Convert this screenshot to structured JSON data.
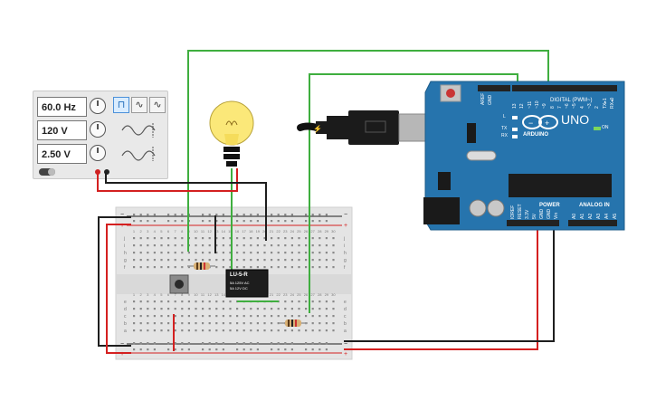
{
  "function_generator": {
    "frequency": "60.0 Hz",
    "amplitude": "120 V",
    "offset": "2.50 V",
    "waveforms": [
      {
        "name": "square",
        "glyph": "⊓",
        "active": true
      },
      {
        "name": "triangle",
        "glyph": "∿",
        "active": false
      },
      {
        "name": "sine",
        "glyph": "∿",
        "active": false
      }
    ]
  },
  "arduino": {
    "digital_label": "DIGITAL (PWM~)",
    "brand": "ARDUINO",
    "model": "UNO",
    "on_label": "ON",
    "led_l": "L",
    "led_tx": "TX",
    "led_rx": "RX",
    "aref": "AREF",
    "gnd": "GND",
    "pin_labels": [
      "13",
      "12",
      "~11",
      "~10",
      "~9",
      "8",
      "7",
      "~6",
      "~5",
      "4",
      "~3",
      "2",
      "TX▸1",
      "RX◂0"
    ],
    "power_label": "POWER",
    "analog_label": "ANALOG IN",
    "power_pins": [
      "IOREF",
      "RESET",
      "3.3V",
      "5V",
      "GND",
      "GND",
      "Vin"
    ],
    "analog_pins": [
      "A0",
      "A1",
      "A2",
      "A3",
      "A4",
      "A5"
    ]
  },
  "relay": {
    "model": "LU-5-R",
    "rating1": "5A 125V AC",
    "rating2": "5A 12V DC"
  },
  "breadboard": {
    "column_numbers": [
      "1",
      "2",
      "3",
      "4",
      "5",
      "6",
      "7",
      "8",
      "9",
      "10",
      "11",
      "12",
      "13",
      "14",
      "15",
      "16",
      "17",
      "18",
      "19",
      "20",
      "21",
      "22",
      "23",
      "24",
      "25",
      "26",
      "27",
      "28",
      "29",
      "30"
    ],
    "row_letters_top": [
      "j",
      "i",
      "h",
      "g",
      "f"
    ],
    "row_letters_bottom": [
      "e",
      "d",
      "c",
      "b",
      "a"
    ],
    "rail_minus": "−",
    "rail_plus": "+"
  },
  "colors": {
    "wire_green": "#3fae3f",
    "wire_red": "#d42020",
    "wire_black": "#1e1e1e",
    "arduino_blue": "#2674ad",
    "breadboard": "#e4e4e4"
  }
}
